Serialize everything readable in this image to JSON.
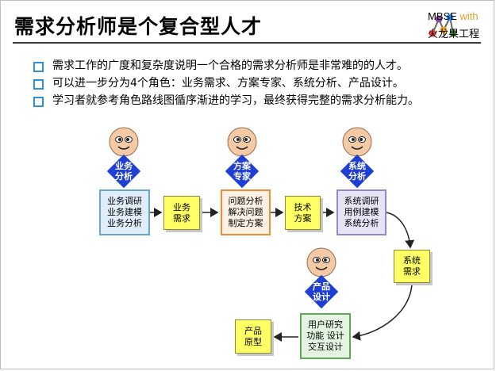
{
  "title": "需求分析师是个复合型人才",
  "logo": {
    "brand": "MBSE",
    "with": "with",
    "subtitle": "火龙果工程"
  },
  "bullets": [
    "需求工作的广度和复杂度说明一个合格的需求分析师是非常难的的人才。",
    "可以进一步分为4个角色：业务需求、方案专家、系统分析、产品设计。",
    "学习者就参考角色路线图循序渐进的学习，最终获得完整的需求分析能力。"
  ],
  "roles": {
    "business": "业务\n分析",
    "solution": "方案\n专家",
    "system": "系统\n分析",
    "product": "产品\n设计"
  },
  "activities": {
    "business": "业务调研\n业务建模\n业务分析",
    "solution": "问题分析\n解决问题\n制定方案",
    "system": "系统调研\n用例建模\n系统分析",
    "product": "用户研究\n功能 设计\n交互设计"
  },
  "artifacts": {
    "business_req": "业务\n需求",
    "tech_solution": "技术\n方案",
    "system_req": "系统\n需求",
    "prototype": "产品\n原型"
  },
  "colors": {
    "diamond": "#1f3fd4",
    "bullet": "#2f8fd8",
    "note": "#ffff66",
    "face": "#f4c9a6"
  }
}
